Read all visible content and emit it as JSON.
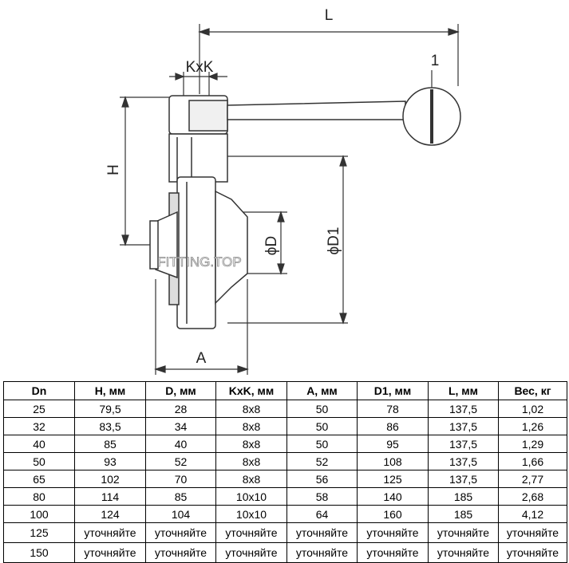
{
  "drawing": {
    "labels": {
      "length": "L",
      "handle_number": "1",
      "square": "KxK",
      "height": "H",
      "bore": "ϕD",
      "flange": "ϕD1",
      "face": "A"
    },
    "watermark": "FITTING.TOP"
  },
  "table": {
    "headers": [
      "Dn",
      "H, мм",
      "D, мм",
      "KxK, мм",
      "A, мм",
      "D1, мм",
      "L, мм",
      "Вес, кг"
    ],
    "rows": [
      [
        "25",
        "79,5",
        "28",
        "8x8",
        "50",
        "78",
        "137,5",
        "1,02"
      ],
      [
        "32",
        "83,5",
        "34",
        "8x8",
        "50",
        "86",
        "137,5",
        "1,26"
      ],
      [
        "40",
        "85",
        "40",
        "8x8",
        "50",
        "95",
        "137,5",
        "1,29"
      ],
      [
        "50",
        "93",
        "52",
        "8x8",
        "52",
        "108",
        "137,5",
        "1,66"
      ],
      [
        "65",
        "102",
        "70",
        "8x8",
        "56",
        "125",
        "137,5",
        "2,77"
      ],
      [
        "80",
        "114",
        "85",
        "10x10",
        "58",
        "140",
        "185",
        "2,68"
      ],
      [
        "100",
        "124",
        "104",
        "10x10",
        "64",
        "160",
        "185",
        "4,12"
      ],
      [
        "125",
        "уточняйте",
        "уточняйте",
        "уточняйте",
        "уточняйте",
        "уточняйте",
        "уточняйте",
        "уточняйте"
      ],
      [
        "150",
        "уточняйте",
        "уточняйте",
        "уточняйте",
        "уточняйте",
        "уточняйте",
        "уточняйте",
        "уточняйте"
      ]
    ]
  }
}
